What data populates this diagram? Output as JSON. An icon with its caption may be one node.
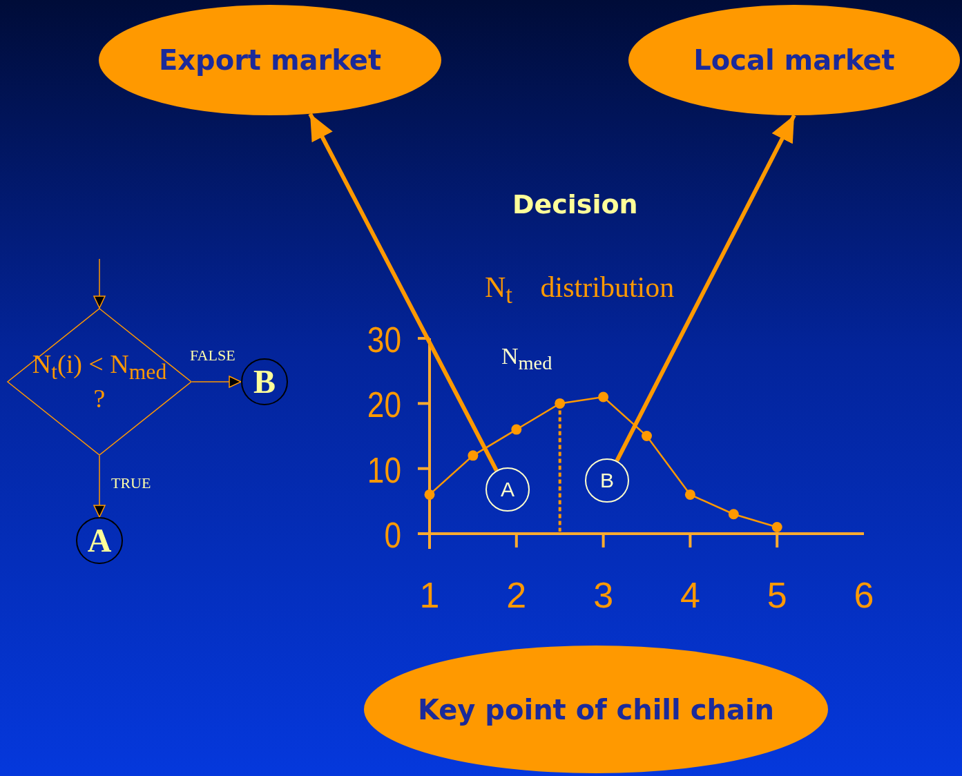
{
  "diagram": {
    "nodes": [
      {
        "text": [
          "Export market"
        ]
      },
      {
        "text": [
          "Local market"
        ]
      },
      {
        "text": [
          "Key point of chill chain"
        ]
      },
      {
        "text": [
          "N$_{t}$(i) < N$_{med}$",
          "?"
        ]
      },
      {
        "text": [
          "B"
        ]
      },
      {
        "text": [
          "A"
        ]
      },
      {
        "text": [
          "A"
        ]
      },
      {
        "text": [
          "B"
        ]
      }
    ],
    "edges": [
      {
        "from": null,
        "to": 3,
        "arrow": "to"
      },
      {
        "from": 3,
        "to": 4,
        "arrow": "to",
        "label": "FALSE"
      },
      {
        "from": 3,
        "to": 5,
        "arrow": "to",
        "label": "TRUE"
      },
      {
        "from": 6,
        "to": 0,
        "arrow": "to",
        "style": "thick"
      },
      {
        "from": 7,
        "to": 1,
        "arrow": "to",
        "style": "thick"
      }
    ],
    "labels": [
      "Decision",
      "N$_{t}$ distribution",
      "N$_{med}$"
    ],
    "chart_data": {
      "type": "line",
      "x": [
        1,
        1.5,
        2,
        2.5,
        3,
        3.5,
        4,
        4.5,
        5
      ],
      "series": [
        {
          "color": "#ff9900",
          "marker": "circle",
          "values": [
            6,
            12,
            16,
            20,
            21,
            15,
            6,
            3,
            1
          ]
        }
      ],
      "xlim": [
        1,
        6
      ],
      "ylim": [
        0,
        30
      ],
      "xticks": [
        1,
        2,
        3,
        4,
        5,
        6
      ],
      "yticks": [
        0,
        10,
        20,
        30
      ],
      "ref_lines": [
        {
          "axis": "x",
          "value": 2.5
        }
      ]
    }
  }
}
